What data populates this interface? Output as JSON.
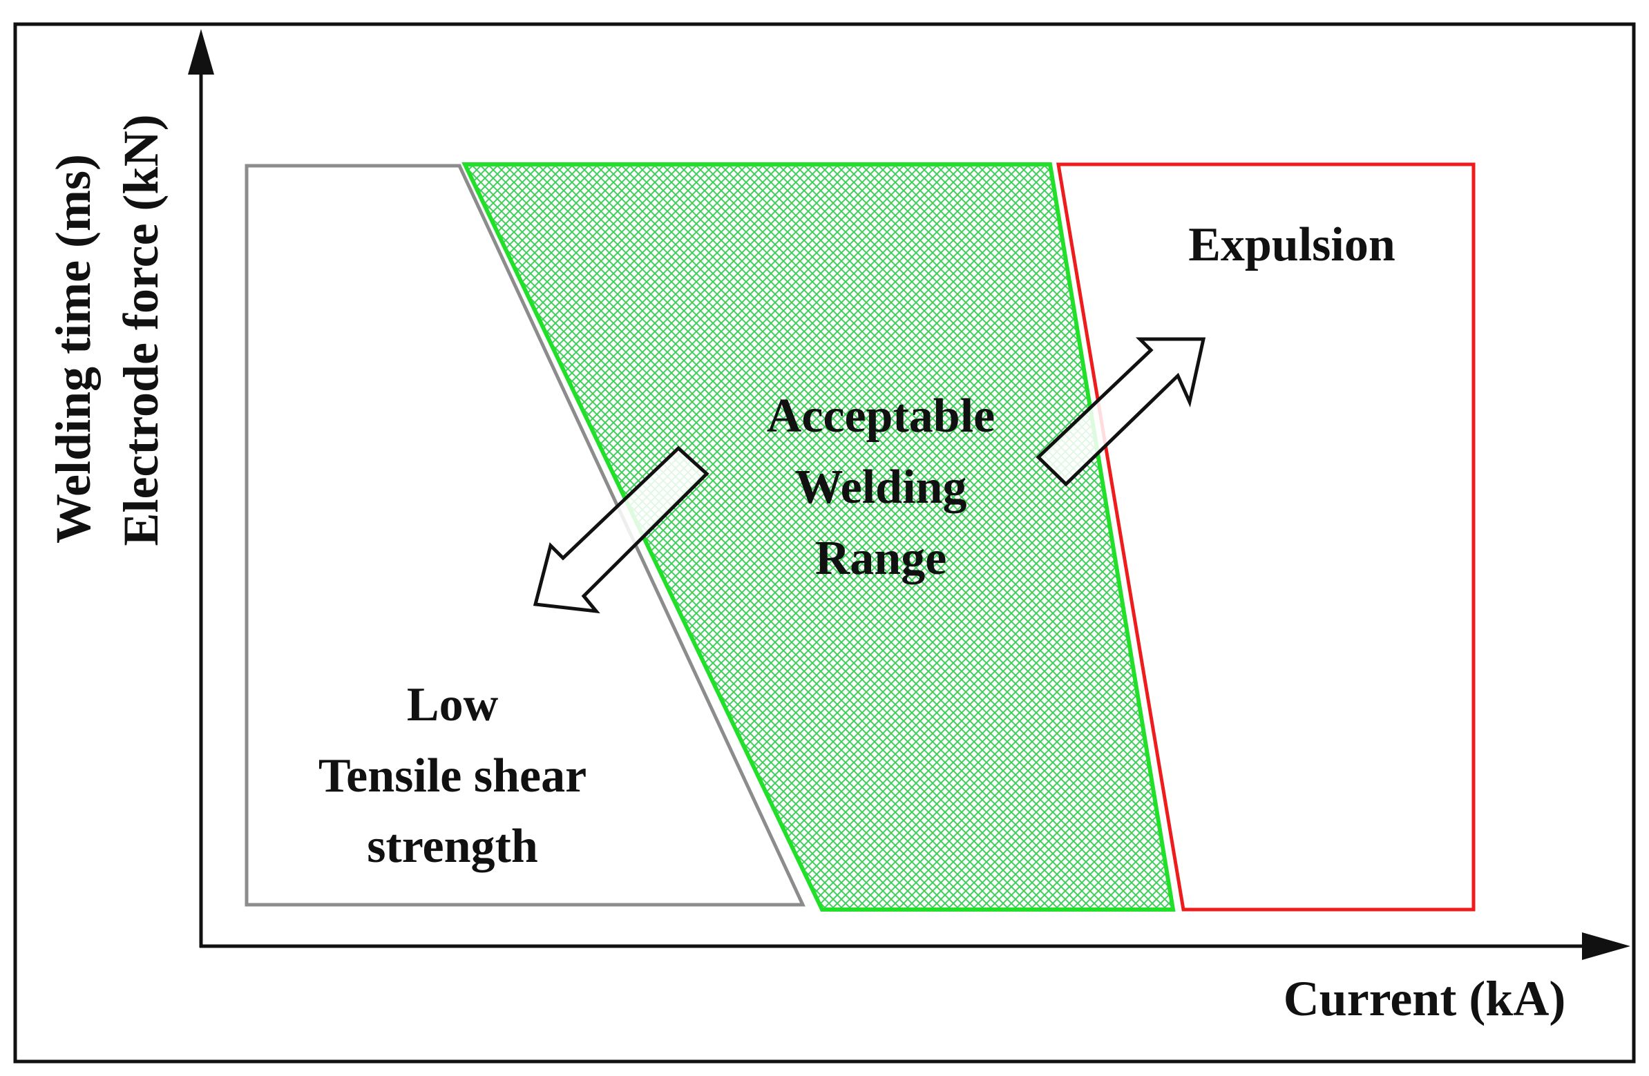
{
  "axes": {
    "y_label_line1": "Welding time (ms)",
    "y_label_line2": "Electrode force (kN)",
    "x_label": "Current (kA)"
  },
  "regions": {
    "low": {
      "label_lines": [
        "Low",
        "Tensile shear",
        "strength"
      ],
      "stroke_color": "#8c8c8c"
    },
    "acceptable": {
      "label_lines": [
        "Acceptable",
        "Welding",
        "Range"
      ],
      "stroke_color": "#22e02a",
      "hatch_color": "#3fcf5a"
    },
    "expulsion": {
      "label_lines": [
        "Expulsion"
      ],
      "stroke_color": "#ee1c1c"
    }
  },
  "arrows": [
    {
      "name": "arrow-toward-low-strength",
      "direction": "down-left"
    },
    {
      "name": "arrow-toward-expulsion",
      "direction": "up-right"
    }
  ]
}
